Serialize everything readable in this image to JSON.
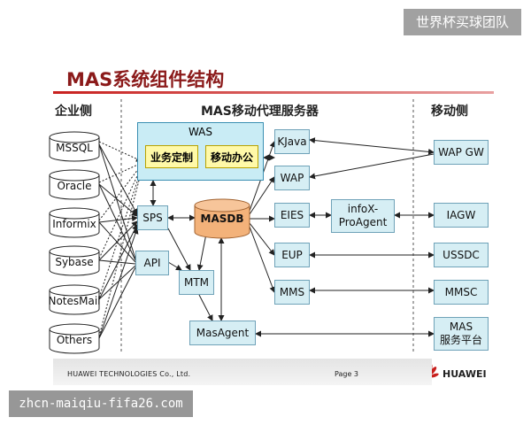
{
  "watermarks": {
    "top": "世界杯买球团队",
    "bottom": "zhcn-maiqiu-fifa26.com"
  },
  "slide": {
    "title": "MAS系统组件结构"
  },
  "columns": {
    "enterprise": "企业侧",
    "proxy": "MAS移动代理服务器",
    "mobile": "移动侧"
  },
  "databases": [
    "MSSQL",
    "Oracle",
    "Informix",
    "Sybase",
    "NotesMail",
    "Others"
  ],
  "was": {
    "title": "WAS",
    "sub1": "业务定制",
    "sub2": "移动办公"
  },
  "components": {
    "sps": "SPS",
    "api": "API",
    "masdb": "MASDB",
    "mtm": "MTM",
    "masagent": "MasAgent",
    "kjava": "KJava",
    "wap": "WAP",
    "eies": "EIES",
    "eup": "EUP",
    "mms": "MMS",
    "infox_line1": "infoX-",
    "infox_line2": "ProAgent"
  },
  "mobile_side": {
    "wapgw": "WAP GW",
    "iagw": "IAGW",
    "ussdc": "USSDC",
    "mmsc": "MMSC",
    "mas_line1": "MAS",
    "mas_line2": "服务平台"
  },
  "footer": {
    "company": "HUAWEI TECHNOLOGIES Co., Ltd.",
    "page": "Page 3",
    "brand": "HUAWEI"
  },
  "colors": {
    "box_fill": "#d6eef4",
    "box_border": "#6fa2b8",
    "masdb_fill": "#f3b27a",
    "sub_fill": "#fff9a8",
    "brand_red": "#c8201e"
  }
}
